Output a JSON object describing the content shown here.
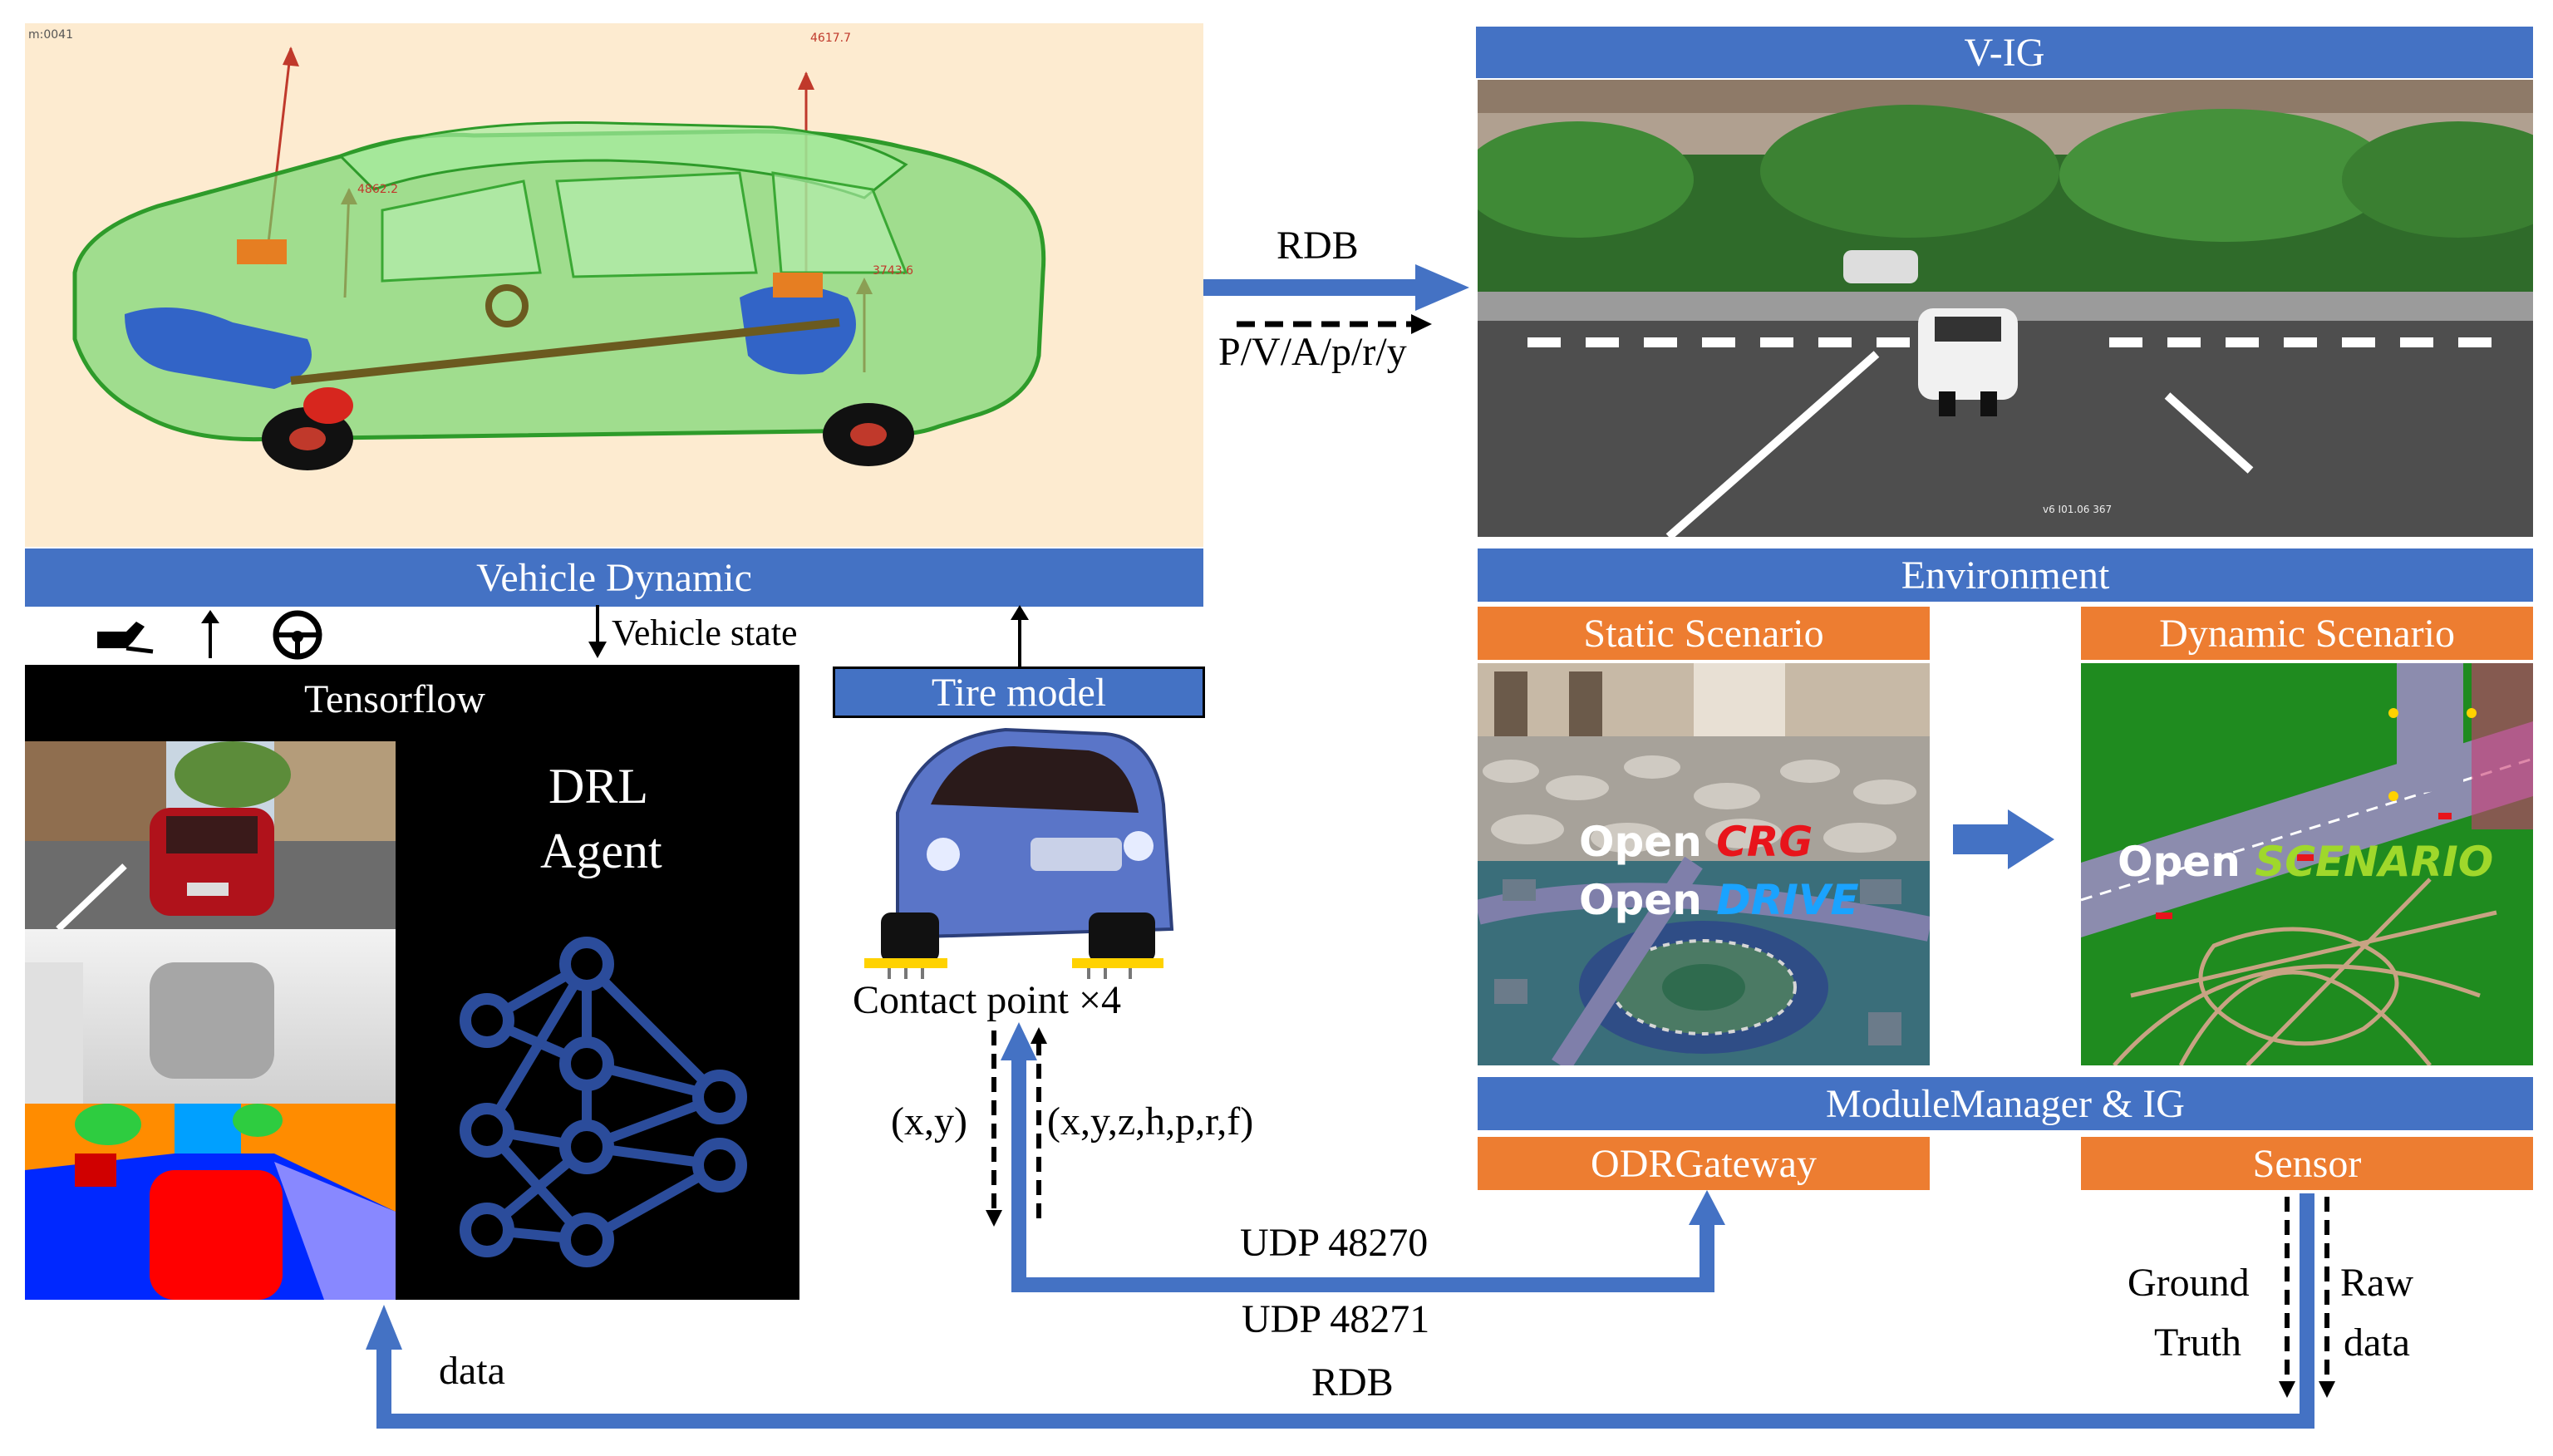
{
  "vehicle_dynamic": {
    "label": "Vehicle Dynamic",
    "readouts": {
      "top_left": "m:0041",
      "force_a": "4617.7",
      "force_b": "4862.2",
      "force_c": "3743.6"
    }
  },
  "arrow_rdb": {
    "top": "RDB",
    "bottom": "P/V/A/p/r/y"
  },
  "vig": {
    "label": "V-IG",
    "version": "v6 I01.06 367"
  },
  "controls": {
    "vehicle_state": "Vehicle state"
  },
  "tensorflow": {
    "label": "Tensorflow"
  },
  "drl": {
    "line1": "DRL",
    "line2": "Agent"
  },
  "tire_model": {
    "label": "Tire model",
    "contact": "Contact point ×4"
  },
  "environment": {
    "label": "Environment"
  },
  "static_scenario": {
    "label": "Static Scenario",
    "crg_prefix": "Open",
    "crg_suffix": "CRG",
    "drive_prefix": "Open",
    "drive_suffix": "DRIVE"
  },
  "dynamic_scenario": {
    "label": "Dynamic Scenario",
    "prefix": "Open",
    "suffix": "SCENARIO"
  },
  "module_manager": {
    "label": "ModuleManager & IG"
  },
  "odr_gateway": {
    "label": "ODRGateway"
  },
  "sensor": {
    "label": "Sensor"
  },
  "tire_io": {
    "in": "(x,y)",
    "out": "(x,y,z,h,p,r,f)"
  },
  "udp": {
    "port1": "UDP 48270",
    "port2": "UDP 48271",
    "proto": "RDB"
  },
  "data_label": "data",
  "sensor_out": {
    "ground1": "Ground",
    "ground2": "Truth",
    "raw1": "Raw",
    "raw2": "data"
  },
  "colors": {
    "blue": "#4472c4",
    "orange": "#ed7d31",
    "black": "#000000",
    "dyn_bg": "#fdebd0"
  }
}
